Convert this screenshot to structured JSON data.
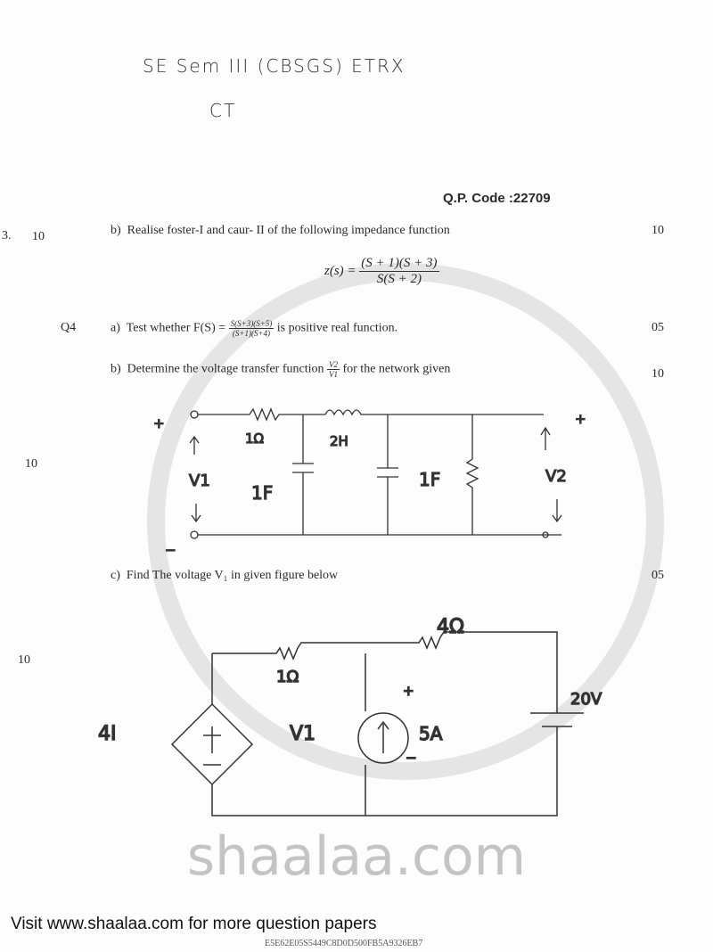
{
  "header": {
    "handwritten_line": "SE  Sem III  (CBSGS)  ETRX",
    "subject": "CT"
  },
  "qp_code": "Q.P. Code :22709",
  "margin_marks": [
    "3.",
    "10",
    "Q4",
    "10",
    "10"
  ],
  "questions": [
    {
      "label": "b)",
      "text": "Realise foster-I and caur- II of the following impedance function",
      "marks": "10",
      "formula": {
        "lhs": "z(s) =",
        "numerator": "(S + 1)(S + 3)",
        "denominator": "S(S + 2)"
      }
    },
    {
      "label": "a)",
      "text_before": "Test whether F(S) =",
      "numerator": "S(S+3)(S+5)",
      "denominator": "(S+1)(S+4)",
      "text_after": "is positive real function.",
      "marks": "05"
    },
    {
      "label": "b)",
      "text_before": "Determine the voltage transfer function",
      "numerator": "V2",
      "denominator": "V1",
      "text_after": "for the network given",
      "marks": "10"
    },
    {
      "label": "c)",
      "text": "Find The voltage V₁ in given figure below",
      "marks": "05"
    }
  ],
  "circuit1": {
    "r": "1Ω",
    "l": "2H",
    "c1": "1F",
    "c2": "1F",
    "vin": "V1",
    "vout": "V2",
    "plus": "+",
    "minus": "−"
  },
  "circuit2": {
    "r1": "1Ω",
    "r2": "4Ω",
    "dep_source": "4I",
    "node": "V1",
    "current_source": "5A",
    "battery": "20V",
    "plus": "+",
    "minus": "−"
  },
  "watermark": "shaalaa.com",
  "footer": {
    "visit": "Visit www.shaalaa.com for more question papers",
    "hash": "E5E62E05S5449C8D0D500FB5A9326EB7"
  }
}
